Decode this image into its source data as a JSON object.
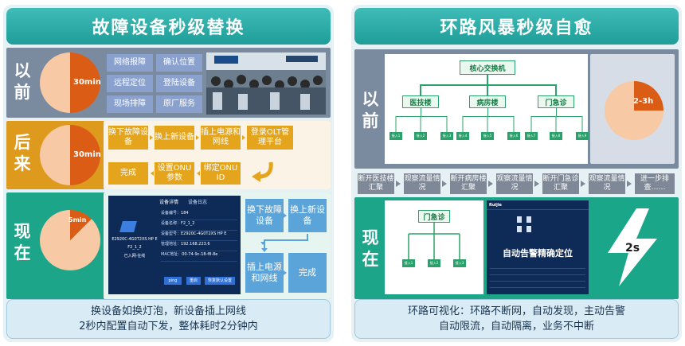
{
  "left_panel": {
    "title": "故障设备秒级替换",
    "before": {
      "label": "以前",
      "pie_text": "30min",
      "grid": [
        "网络报障",
        "确认位置",
        "远程定位",
        "登陆设备",
        "现场排障",
        "原厂服务"
      ]
    },
    "after": {
      "label": "后来",
      "pie_text": "30min",
      "steps_top": [
        "换下故障设备",
        "换上新设备",
        "插上电源和网线",
        "登录OLT管理平台"
      ],
      "steps_bottom": [
        "完成",
        "设置ONU参数",
        "绑定ONU ID"
      ]
    },
    "now": {
      "label": "现在",
      "pie_text": "5min",
      "screen": {
        "tab_active": "设备详情",
        "tab_other": "设备日志",
        "device_name": "E2920C-4G0T2XS HP E",
        "device_sub": "F2_1_2",
        "device_status": "已入网·在线",
        "fields": [
          {
            "k": "设备编号：",
            "v": "184"
          },
          {
            "k": "设备名称：",
            "v": "F2_1_2"
          },
          {
            "k": "设备型号：",
            "v": "E2920C-4G0T2XS HP E"
          },
          {
            "k": "管理地址：",
            "v": "192.168.223.6"
          },
          {
            "k": "MAC地址：",
            "v": "00-74-9c-18-f8-8e"
          }
        ],
        "buttons": [
          "ping",
          "重启",
          "恢复默认设置"
        ]
      },
      "steps": [
        "换下故障设备",
        "换上新设备",
        "插上电源和网线",
        "完成"
      ]
    },
    "footer": [
      "换设备如换灯泡，新设备插上网线",
      "2秒内配置自动下发，整体耗时2分钟内"
    ]
  },
  "right_panel": {
    "title": "环路风暴秒级自愈",
    "before": {
      "label": "以前",
      "pie_text": "2-3h",
      "root": "核心交换机",
      "branches": [
        "医技楼",
        "病房楼",
        "门急诊"
      ],
      "leaves": [
        "接入1",
        "接入2",
        "接入3",
        "接入4",
        "接入5",
        "接入6",
        "接入7",
        "接入8",
        "接入9"
      ]
    },
    "steps": [
      "断开医技楼汇聚",
      "观察流量情况",
      "断开病房楼汇聚",
      "观察流量情况",
      "断开门急诊汇聚",
      "观察流量情况",
      "进一步排查……"
    ],
    "now": {
      "label": "现在",
      "node": "门急诊",
      "leaves": [
        "接入1",
        "接入2",
        "接入3"
      ],
      "screen_brand": "Ruijie",
      "screen_text": "自动告警精确定位",
      "bolt_text": "2s"
    },
    "footer": [
      "环路可视化：环路不断网，自动发现，主动告警",
      "自动限流，自动隔离，业务不中断"
    ]
  },
  "colors": {
    "header_teal": "#1f9d98",
    "row_gray": "#7a8ba0",
    "row_orange": "#dd9a1d",
    "row_green": "#1ca589",
    "pie_fill": "#f7c9a4",
    "pie_slice": "#db5c14"
  }
}
